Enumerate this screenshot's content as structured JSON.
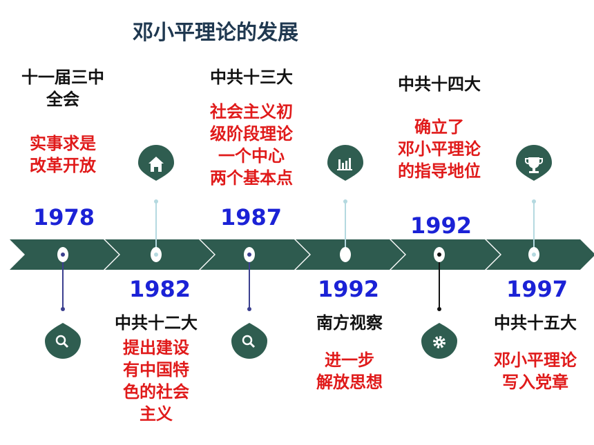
{
  "title": "邓小平理论的发展",
  "colors": {
    "arrow": "#2e5b4f",
    "drop": "#2f5d50",
    "year": "#1b22d6",
    "event": "#111111",
    "desc": "#e01a1a"
  },
  "milestones": [
    {
      "year": "1978",
      "event": [
        "十一届三中",
        "全会"
      ],
      "desc": [
        "实事求是",
        "改革开放"
      ],
      "icon": "magnifier-icon"
    },
    {
      "year": "1982",
      "event": [
        "中共十二大"
      ],
      "desc": [
        "提出建设",
        "有中国特",
        "色的社会",
        "主义"
      ],
      "icon": "home-icon"
    },
    {
      "year": "1987",
      "event": [
        "中共十三大"
      ],
      "desc": [
        "社会主义初",
        "级阶段理论",
        "一个中心",
        "两个基本点"
      ],
      "icon": "magnifier-icon"
    },
    {
      "year": "1992",
      "event": [
        "南方视察"
      ],
      "desc": [
        "进一步",
        "解放思想"
      ],
      "icon": "bar-chart-icon"
    },
    {
      "year": "1992",
      "event": [
        "中共十四大"
      ],
      "desc": [
        "确立了",
        "邓小平理论",
        "的指导地位"
      ],
      "icon": "gear-icon"
    },
    {
      "year": "1997",
      "event": [
        "中共十五大"
      ],
      "desc": [
        "邓小平理论",
        "写入党章"
      ],
      "icon": "trophy-icon"
    }
  ]
}
